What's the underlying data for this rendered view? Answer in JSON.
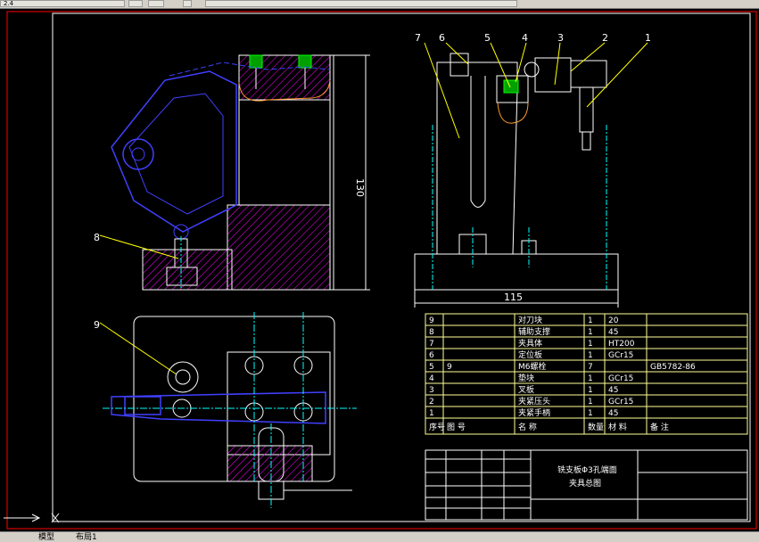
{
  "toolbar": {
    "left_field": "2.4"
  },
  "drawing": {
    "dimension_height": "130",
    "dimension_width": "115",
    "balloons": [
      "7",
      "6",
      "5",
      "4",
      "3",
      "2",
      "1",
      "8",
      "9"
    ]
  },
  "bom": {
    "rows": [
      {
        "no": "9",
        "code": "",
        "name": "对刀块",
        "qty": "1",
        "material": "20",
        "remark": ""
      },
      {
        "no": "8",
        "code": "",
        "name": "辅助支撑",
        "qty": "1",
        "material": "45",
        "remark": ""
      },
      {
        "no": "7",
        "code": "",
        "name": "夹具体",
        "qty": "1",
        "material": "HT200",
        "remark": ""
      },
      {
        "no": "6",
        "code": "",
        "name": "定位板",
        "qty": "1",
        "material": "GCr15",
        "remark": ""
      },
      {
        "no": "5",
        "code": "9",
        "name": "M6螺栓",
        "qty": "7",
        "material": "",
        "remark": "GB5782-86"
      },
      {
        "no": "4",
        "code": "",
        "name": "垫块",
        "qty": "1",
        "material": "GCr15",
        "remark": ""
      },
      {
        "no": "3",
        "code": "",
        "name": "叉板",
        "qty": "1",
        "material": "45",
        "remark": ""
      },
      {
        "no": "2",
        "code": "",
        "name": "夹紧压头",
        "qty": "1",
        "material": "GCr15",
        "remark": ""
      },
      {
        "no": "1",
        "code": "",
        "name": "夹紧手柄",
        "qty": "1",
        "material": "45",
        "remark": ""
      }
    ],
    "header": {
      "no": "序号",
      "code": "图 号",
      "name": "名 称",
      "qty": "数量",
      "material": "材 料",
      "remark": "备 注"
    }
  },
  "title_block": {
    "title_line1": "铣支板Φ3孔端面",
    "title_line2": "夹具总图"
  },
  "status": {
    "tabs": [
      "模型",
      "布局1"
    ]
  },
  "colors": {
    "frame": "#ffffff",
    "border_red": "#ff0000",
    "object_blue": "#4040ff",
    "hatch": "#ff00ff",
    "center": "#00ffff",
    "table": "#ffff99"
  }
}
